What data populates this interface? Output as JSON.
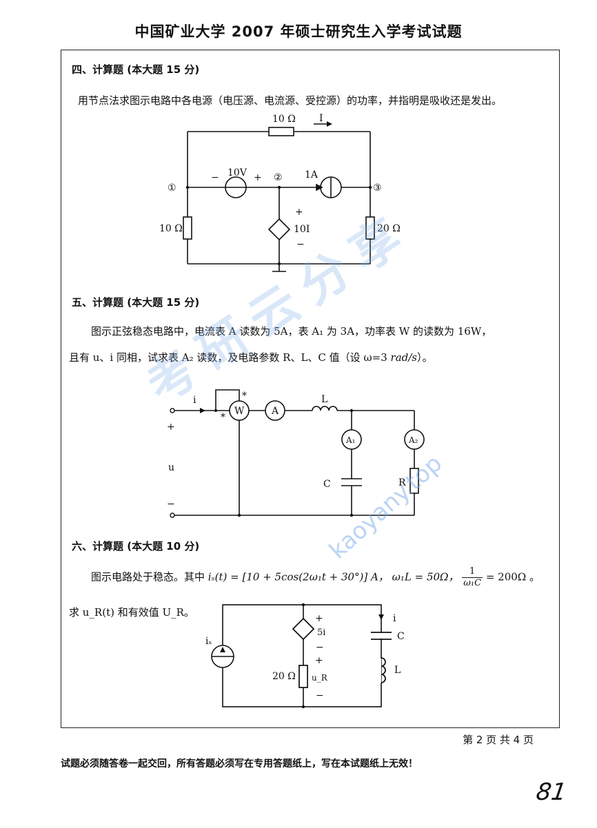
{
  "header": {
    "title": "中国矿业大学 2007 年硕士研究生入学考试试题"
  },
  "q4": {
    "heading": "四、计算题 (本大题 15 分)",
    "text": "用节点法求图示电路中各电源（电压源、电流源、受控源）的功率，并指明是吸收还是发出。",
    "labels": {
      "r_top": "10 Ω",
      "current_I": "I",
      "vs": "10V",
      "vs_minus": "−",
      "vs_plus": "+",
      "node1": "①",
      "node2": "②",
      "node3": "③",
      "cs": "1A",
      "dep_plus": "+",
      "dep": "10I",
      "dep_minus": "−",
      "r_left": "10 Ω",
      "r_right": "20 Ω"
    }
  },
  "q5": {
    "heading": "五、计算题 (本大题 15 分)",
    "line1": "图示正弦稳态电路中，电流表 A 读数为 5A，表 A₁ 为 3A，功率表 W 的读数为 16W，",
    "line2_prefix": "且有 u、i 同相，试求表 A₂ 读数，及电路参数 R、L、C 值（设 ω=3 ",
    "line2_unit": "rad/s",
    "line2_suffix": "）。",
    "labels": {
      "i": "i",
      "plus": "+",
      "u": "u",
      "minus": "−",
      "star1": "*",
      "star2": "*",
      "W": "W",
      "A": "A",
      "L": "L",
      "A1": "A₁",
      "A2": "A₂",
      "C": "C",
      "R": "R"
    }
  },
  "q6": {
    "heading": "六、计算题 (本大题 10 分)",
    "line1_prefix": "图示电路处于稳态。其中",
    "line1_formula": "iₛ(t) = [10 + 5cos(2ω₁t + 30°)] A，",
    "line1_formula2": "ω₁L = 50Ω，",
    "frac_num": "1",
    "frac_den": "ω₁C",
    "frac_rhs": "= 200Ω 。",
    "line2": "求 u_R(t) 和有效值 U_R。",
    "labels": {
      "is": "iₛ",
      "dep_plus": "+",
      "dep": "5i",
      "dep_minus": "−",
      "ur_plus": "+",
      "r": "20 Ω",
      "ur": "u_R",
      "ur_minus": "−",
      "i": "i",
      "C": "C",
      "L": "L"
    }
  },
  "footer": {
    "page": "第 2 页 共 4 页",
    "note": "试题必须随答卷一起交回，所有答题必须写在专用答题纸上，写在本试题纸上无效！",
    "handwritten": "81"
  },
  "watermark": {
    "cn": "考研云分享",
    "url": "kaoyany.top"
  }
}
